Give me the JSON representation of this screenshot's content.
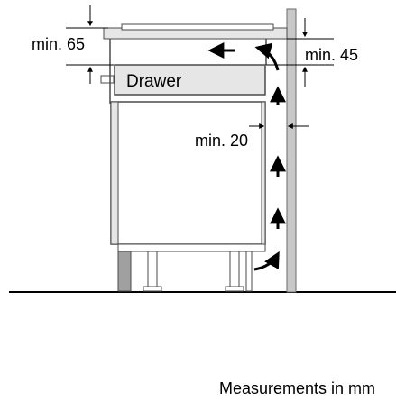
{
  "labels": {
    "top_left_clearance": "min. 65",
    "top_right_clearance": "min. 45",
    "side_clearance": "min. 20",
    "drawer": "Drawer",
    "footer": "Measurements in mm"
  },
  "colors": {
    "wall": "#c8c8c8",
    "cabinet": "#e6e6e6",
    "cabinet_outline": "#4a4a4a",
    "floor": "#000000",
    "line": "#000000"
  }
}
